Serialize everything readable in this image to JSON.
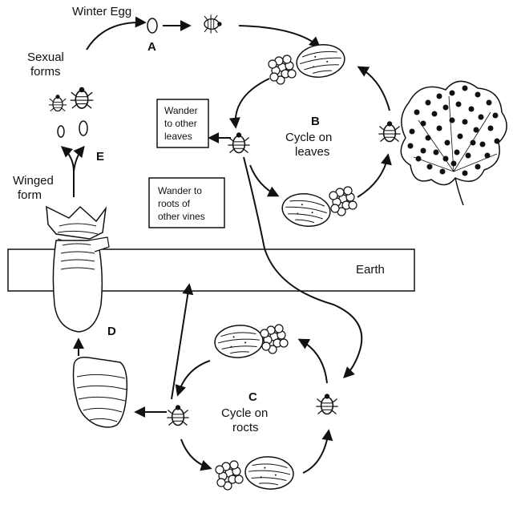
{
  "labels": {
    "winter_egg": "Winter Egg",
    "a": "A",
    "sexual_forms_1": "Sexual",
    "sexual_forms_2": "forms",
    "b": "B",
    "cycle_leaves_1": "Cycle on",
    "cycle_leaves_2": "leaves",
    "wander_leaves_1": "Wander",
    "wander_leaves_2": "to other",
    "wander_leaves_3": "leaves",
    "e": "E",
    "winged_form_1": "Winged",
    "winged_form_2": "form",
    "wander_roots_1": "Wander to",
    "wander_roots_2": "roots of",
    "wander_roots_3": "other vines",
    "earth": "Earth",
    "d": "D",
    "c": "C",
    "cycle_roots_1": "Cycle on",
    "cycle_roots_2": "rocts"
  },
  "colors": {
    "ink": "#111111",
    "background": "#ffffff",
    "earth_band": "#ffffff"
  },
  "icons": {
    "egg": "oval-egg",
    "nymph": "small-insect",
    "adult": "bulbous-insect-with-egg-cluster",
    "leaf": "grape-leaf-with-galls",
    "winged": "winged-insect"
  }
}
